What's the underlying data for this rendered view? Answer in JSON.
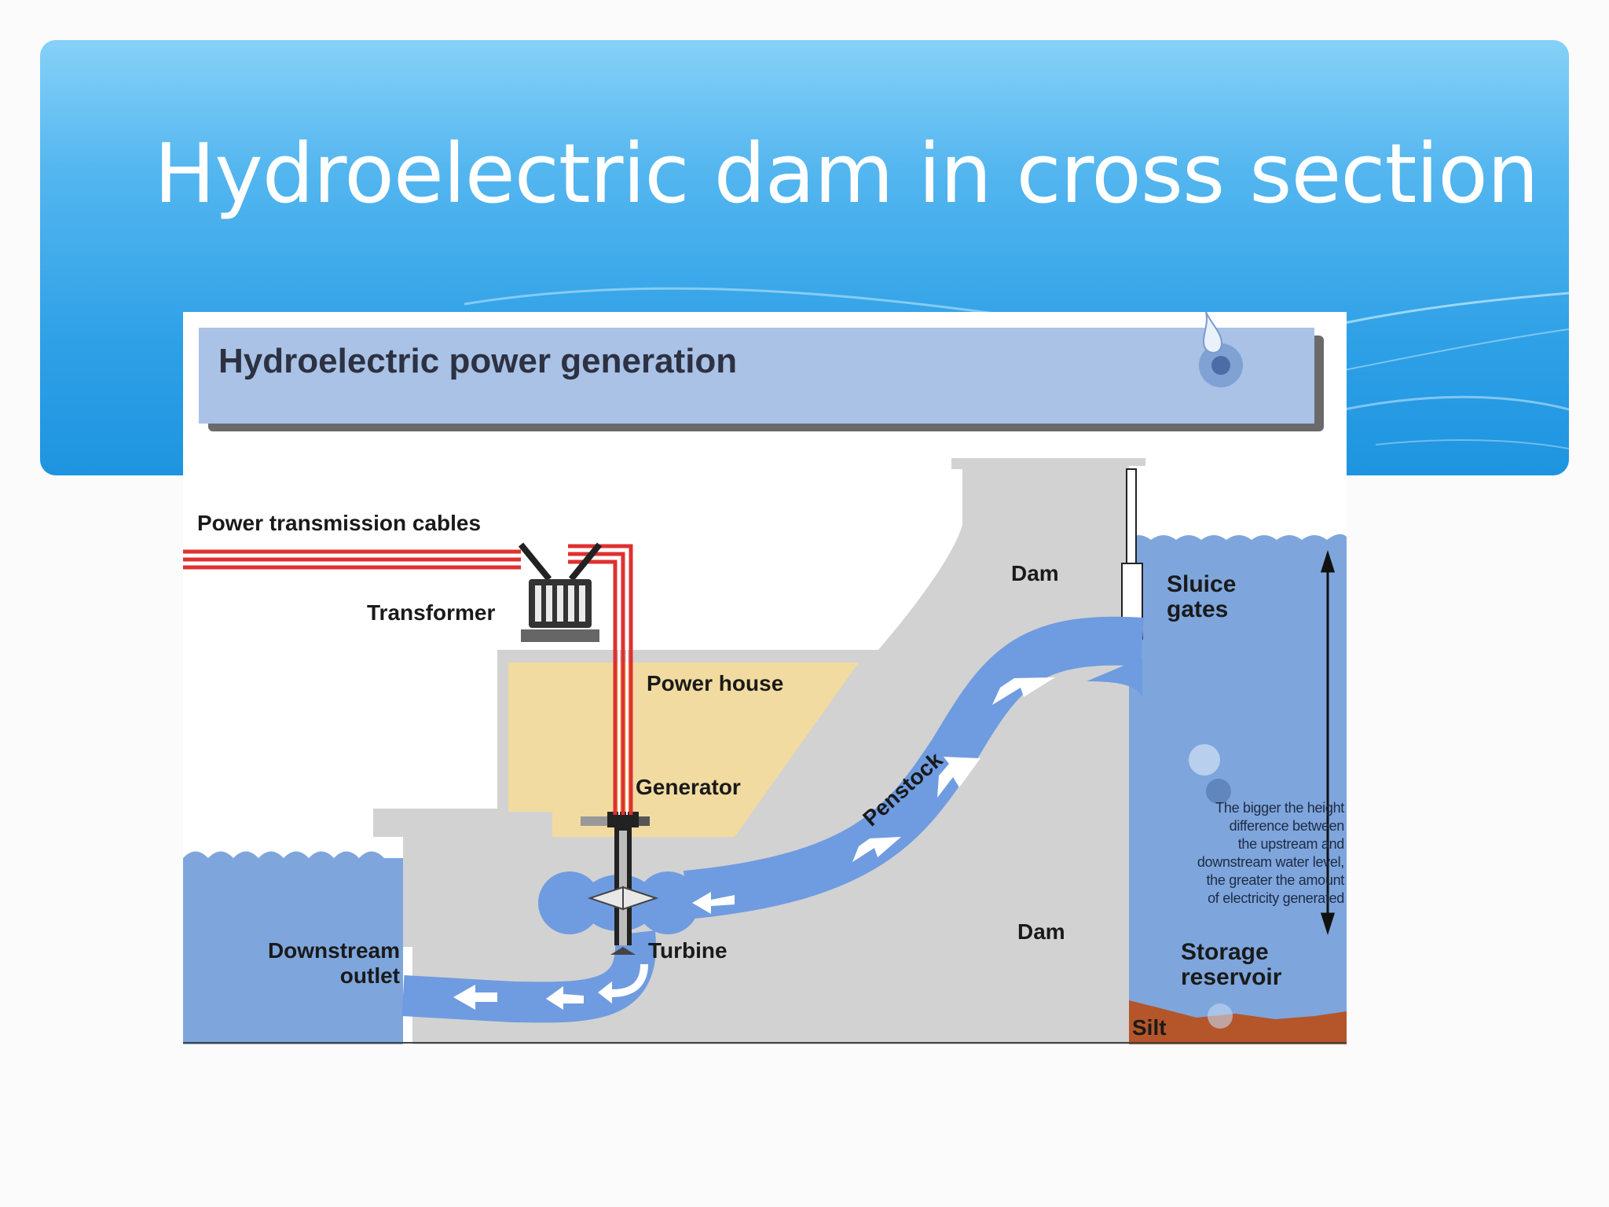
{
  "slide": {
    "title": "Hydroelectric dam in cross section"
  },
  "diagram": {
    "header_title": "Hydroelectric power generation",
    "labels": {
      "power_transmission_cables": "Power transmission cables",
      "transformer": "Transformer",
      "dam_upper": "Dam",
      "sluice_gates_line1": "Sluice",
      "sluice_gates_line2": "gates",
      "power_house": "Power house",
      "generator": "Generator",
      "penstock": "Penstock",
      "downstream_outlet_line1": "Downstream",
      "downstream_outlet_line2": "outlet",
      "turbine": "Turbine",
      "dam_lower": "Dam",
      "storage_reservoir_line1": "Storage",
      "storage_reservoir_line2": "reservoir",
      "silt": "Silt"
    },
    "note_lines": [
      "The bigger the height",
      "difference between",
      "the upstream and",
      "downstream water level,",
      "the greater the amount",
      "of electricity generated"
    ],
    "colors": {
      "water": "#7ea6dc",
      "flow": "#6f9ce0",
      "dam": "#d2d2d2",
      "power_house": "#f2dba0",
      "cables": "#e03030",
      "silt": "#b5552a",
      "header_band": "#a9c2e6",
      "banner": "#2ea0e6"
    }
  }
}
